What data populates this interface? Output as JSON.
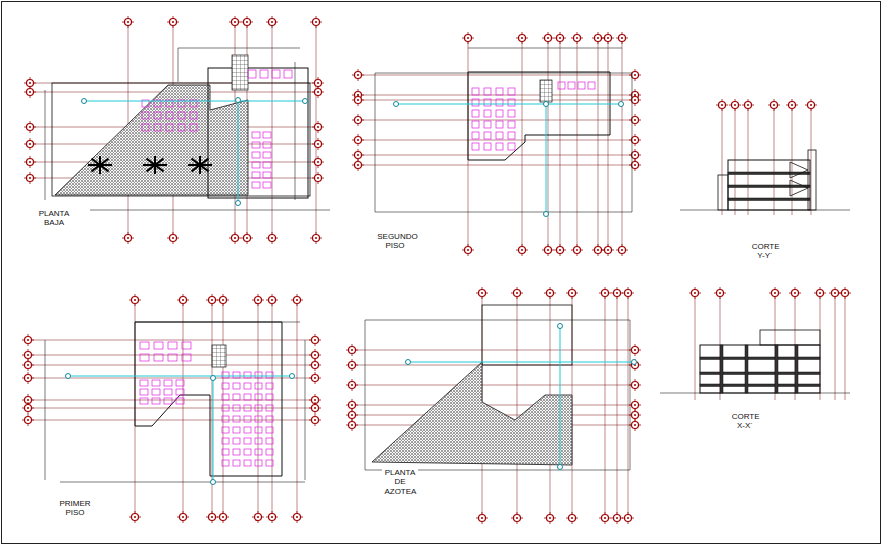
{
  "diagram": {
    "labels": [
      "PLANTA BAJA",
      "SEGUNDO PISO",
      "CORTE Y-Y´",
      "PRIMER PISO",
      "PLANTA DE AZOTEA",
      "CORTE X-X´"
    ]
  }
}
